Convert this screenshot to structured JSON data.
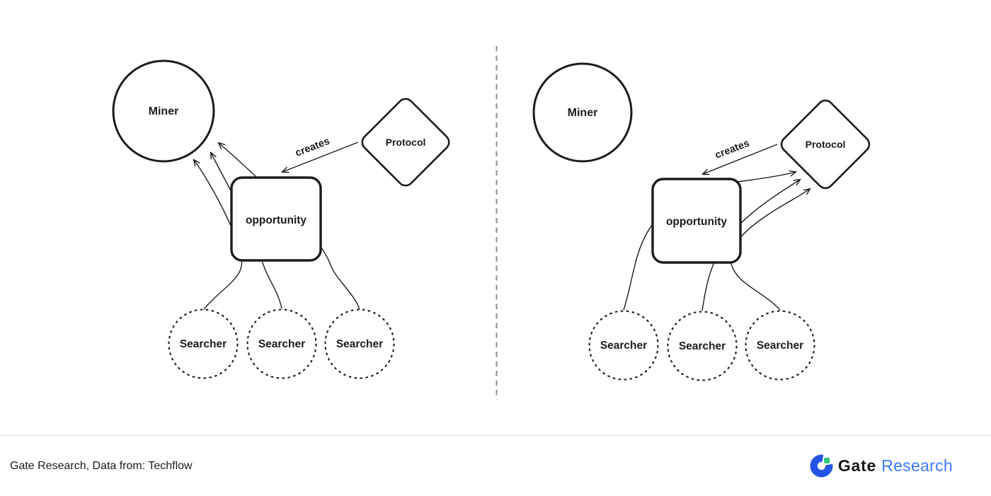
{
  "panels": {
    "left": {
      "miner": "Miner",
      "protocol": "Protocol",
      "opportunity": "opportunity",
      "creates": "creates",
      "searchers": [
        "Searcher",
        "Searcher",
        "Searcher"
      ]
    },
    "right": {
      "miner": "Miner",
      "protocol": "Protocol",
      "opportunity": "opportunity",
      "creates": "creates",
      "searchers": [
        "Searcher",
        "Searcher",
        "Searcher"
      ]
    }
  },
  "footer": {
    "attribution": "Gate Research, Data from: Techflow",
    "logo_brand": "Gate",
    "logo_suffix": "Research"
  },
  "colors": {
    "ink": "#1c1c1c",
    "divider": "#8c8c8c",
    "footer-line": "#dcdcdc",
    "logo-blue": "#2354e6",
    "logo-green": "#35c981",
    "research-blue": "#3d7af5"
  }
}
